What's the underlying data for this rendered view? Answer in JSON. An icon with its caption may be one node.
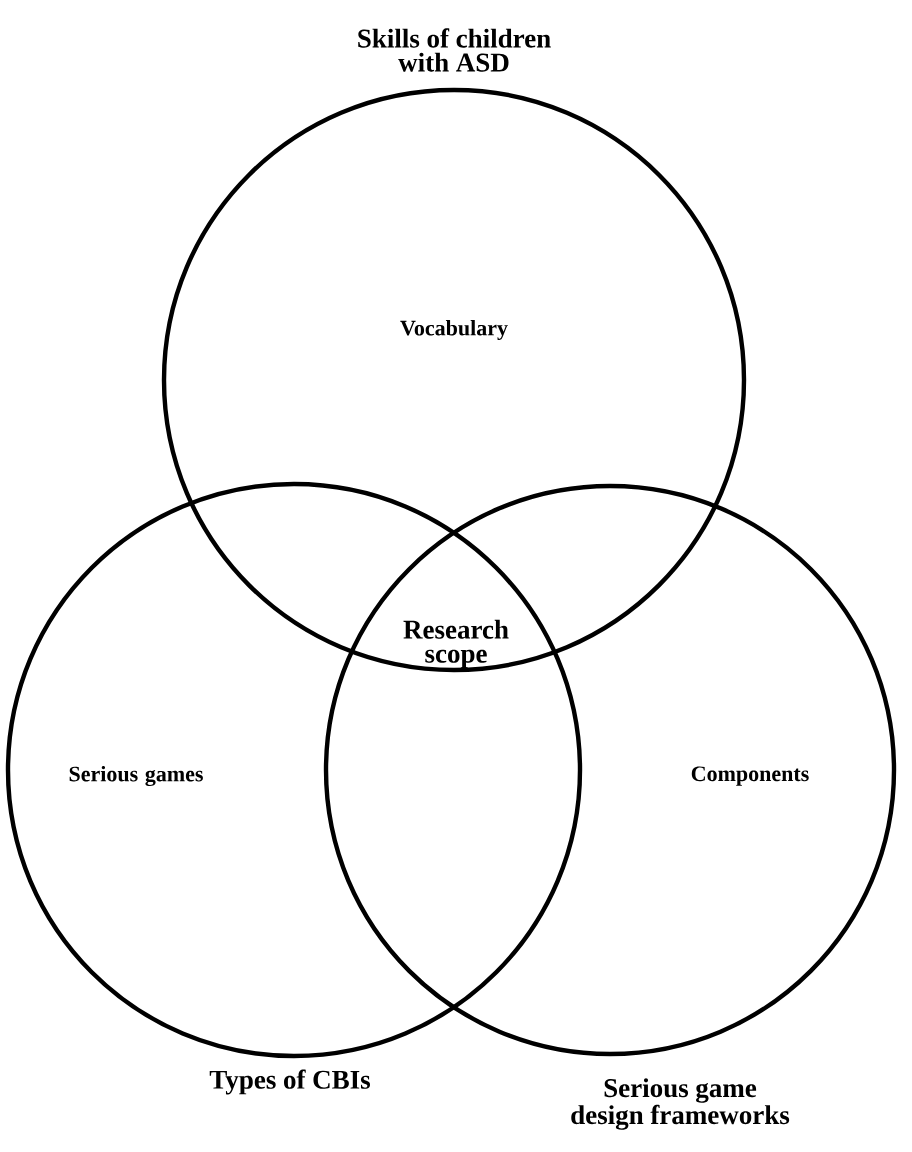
{
  "diagram": {
    "nodes": [
      {
        "text": [
          "Skills of children with ASD",
          "Vocabulary"
        ]
      },
      {
        "text": [
          "Serious games",
          "Types of CBIs"
        ]
      },
      {
        "text": [
          "Components",
          "Serious game design frameworks"
        ]
      }
    ],
    "labels": [
      "Research scope"
    ]
  }
}
